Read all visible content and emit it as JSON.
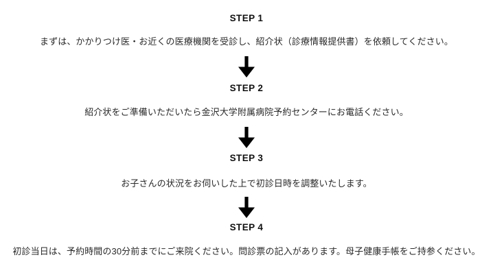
{
  "page": {
    "background_color": "#ffffff",
    "text_color": "#2a2a2a",
    "heading_color": "#111111",
    "arrow_color": "#000000"
  },
  "flow": {
    "steps": [
      {
        "heading": "STEP 1",
        "body": "まずは、かかりつけ医・お近くの医療機関を受診し、紹介状（診療情報提供書）を依頼してください。"
      },
      {
        "heading": "STEP 2",
        "body": "紹介状をご準備いただいたら金沢大学附属病院予約センターにお電話ください。"
      },
      {
        "heading": "STEP 3",
        "body": "お子さんの状況をお伺いした上で初診日時を調整いたします。"
      },
      {
        "heading": "STEP 4",
        "body": "初診当日は、予約時間の30分前までにご来院ください。問診票の記入があります。母子健康手帳をご持参ください。"
      }
    ],
    "connector_icon": "arrow-down-icon"
  }
}
